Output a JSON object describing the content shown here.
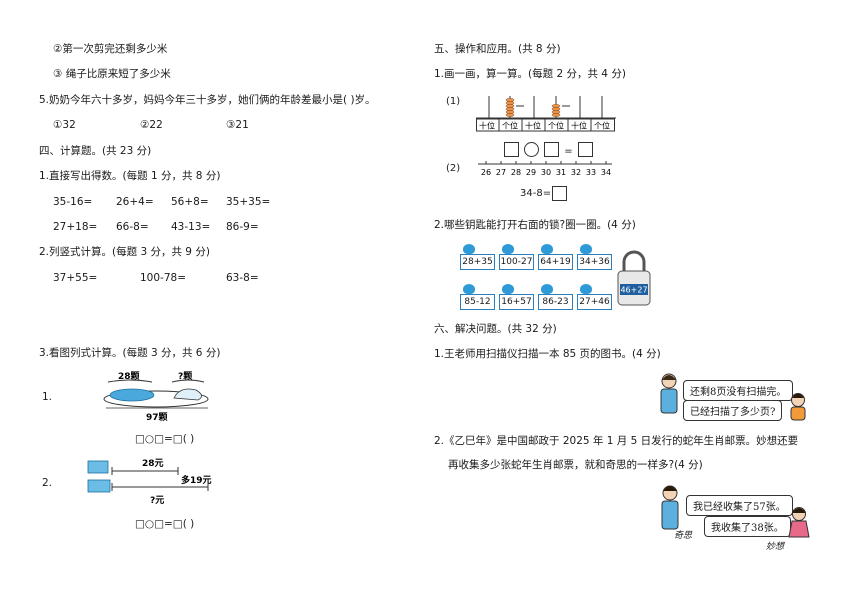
{
  "left": {
    "q4_option2": "②第一次剪完还剩多少米",
    "q4_option3": "③ 绳子比原来短了多少米",
    "q5_text": "5.奶奶今年六十多岁，妈妈今年三十多岁，她们俩的年龄差最小是(    )岁。",
    "q5_options": [
      "①32",
      "②22",
      "③21"
    ],
    "section4_title": "四、计算题。(共 23 分)",
    "calc1_title": "1.直接写出得数。(每题 1 分，共 8 分)",
    "calc1_row1": [
      "35-16=",
      "26+4=",
      "56+8=",
      "35+35="
    ],
    "calc1_row2": [
      "27+18=",
      "66-8=",
      "43-13=",
      "86-9="
    ],
    "calc2_title": "2.列竖式计算。(每题 3 分，共 9 分)",
    "calc2_items": [
      "37+55=",
      "100-78=",
      "63-8="
    ],
    "calc3_title": "3.看图列式计算。(每题 3 分，共 6 分)",
    "pic1_num": "1.",
    "pic1_left_label": "28颗",
    "pic1_right_label": "?颗",
    "pic1_total_label": "97颗",
    "pic1_formula": "□○□=□(    )",
    "pic2_num": "2.",
    "pic2_top_label": "28元",
    "pic2_more_label": "多19元",
    "pic2_bottom_label": "?元",
    "pic2_formula": "□○□=□(    )"
  },
  "right": {
    "section5_title": "五、操作和应用。(共 8 分)",
    "op1_title": "1.画一画，算一算。(每题 2 分，共 4 分)",
    "op1_part1_label": "(1)",
    "abacus_labels": [
      "十位",
      "个位",
      "十位",
      "个位",
      "十位",
      "个位"
    ],
    "op1_part2_label": "(2)",
    "number_line": [
      "26",
      "27",
      "28",
      "29",
      "30",
      "31",
      "32",
      "33",
      "34"
    ],
    "nl_equation": "34-8=",
    "op2_title": "2.哪些钥匙能打开右面的锁?圈一圈。(4 分)",
    "keys_row1": [
      "28+35",
      "100-27",
      "64+19",
      "34+36"
    ],
    "keys_row2": [
      "85-12",
      "16+57",
      "86-23",
      "27+46"
    ],
    "lock_label": "46+27",
    "section6_title": "六、解决问题。(共 32 分)",
    "prob1_text": "1.王老师用扫描仪扫描一本 85 页的图书。(4 分)",
    "prob1_bubble1": "还剩8页没有扫描完。",
    "prob1_bubble2": "已经扫描了多少页?",
    "prob2_line1": "2.《乙巳年》是中国邮政于 2025 年  1 月 5  日发行的蛇年生肖邮票。妙想还要",
    "prob2_line2": "再收集多少张蛇年生肖邮票，就和奇思的一样多?(4 分)",
    "prob2_bubble1": "我已经收集了57张。",
    "prob2_bubble2": "我收集了38张。",
    "name_qisi": "奇思",
    "name_miaoxiang": "妙想"
  },
  "colors": {
    "accent_blue": "#2f9ad8",
    "text": "#1a1a1a"
  }
}
